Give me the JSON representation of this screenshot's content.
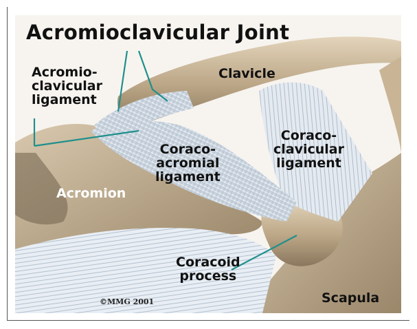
{
  "diagram": {
    "title": "Acromioclavicular Joint",
    "labels": {
      "ac_ligament": "Acromio-\nclavicular\nligament",
      "clavicle": "Clavicle",
      "coraco_clavicular": "Coraco-\nclavicular\nligament",
      "coraco_acromial": "Coraco-\nacromial\nligament",
      "acromion": "Acromion",
      "coracoid_process": "Coracoid\nprocess",
      "scapula": "Scapula"
    },
    "copyright": "©MMG 2001",
    "colors": {
      "bone": "#cbb79a",
      "bone_shadow": "#7a6a55",
      "ligament": "#dfe6ee",
      "leader_line": "#1f8f8c",
      "background": "#ffffff"
    }
  }
}
